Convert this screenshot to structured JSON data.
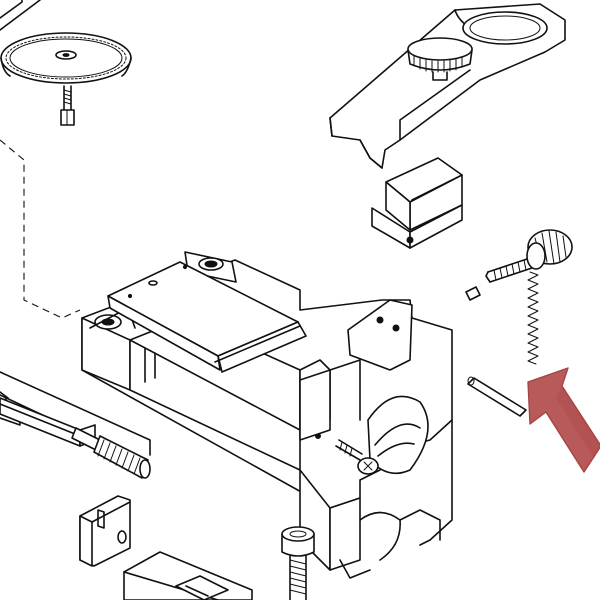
{
  "colors": {
    "line": "#111111",
    "background": "#ffffff",
    "arrow_fill": "#b85a5a",
    "arrow_edge": "#a64444"
  },
  "parts": [
    "cutter-wheel",
    "cutter-bolt",
    "carriage-housing",
    "top-clamp-arm",
    "clamp-knob",
    "jaw-insert",
    "thumbscrew",
    "compression-spring",
    "dowel-pin",
    "small-sleeve",
    "main-vise-block",
    "top-plate",
    "side-rail",
    "knurled-handle",
    "bottom-bracket",
    "bottom-socket-bolt",
    "bottom-block",
    "socket-screw"
  ],
  "icons": {
    "callout_arrow": "arrow-up-left-icon"
  }
}
